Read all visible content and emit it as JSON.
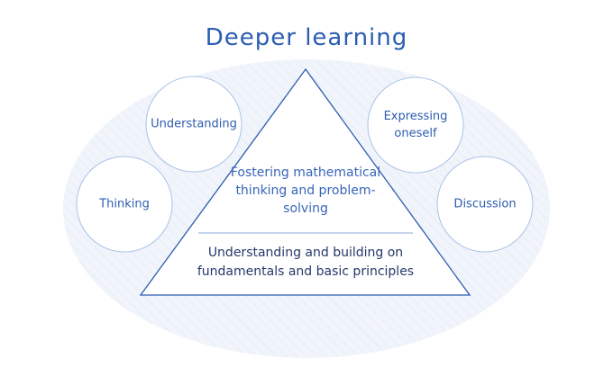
{
  "title": "Deeper learning",
  "circles": [
    "Understanding",
    "Thinking",
    "Expressing oneself",
    "Discussion"
  ],
  "triangle": {
    "upper": "Fostering mathematical thinking and problem-solving",
    "lower": "Understanding and building on fundamentals and basic principles"
  },
  "colors": {
    "accent": "#2d5cb0",
    "circle_stroke": "#a9c0e8",
    "ellipse": "#eef3fb",
    "dark_text": "#27396a"
  }
}
